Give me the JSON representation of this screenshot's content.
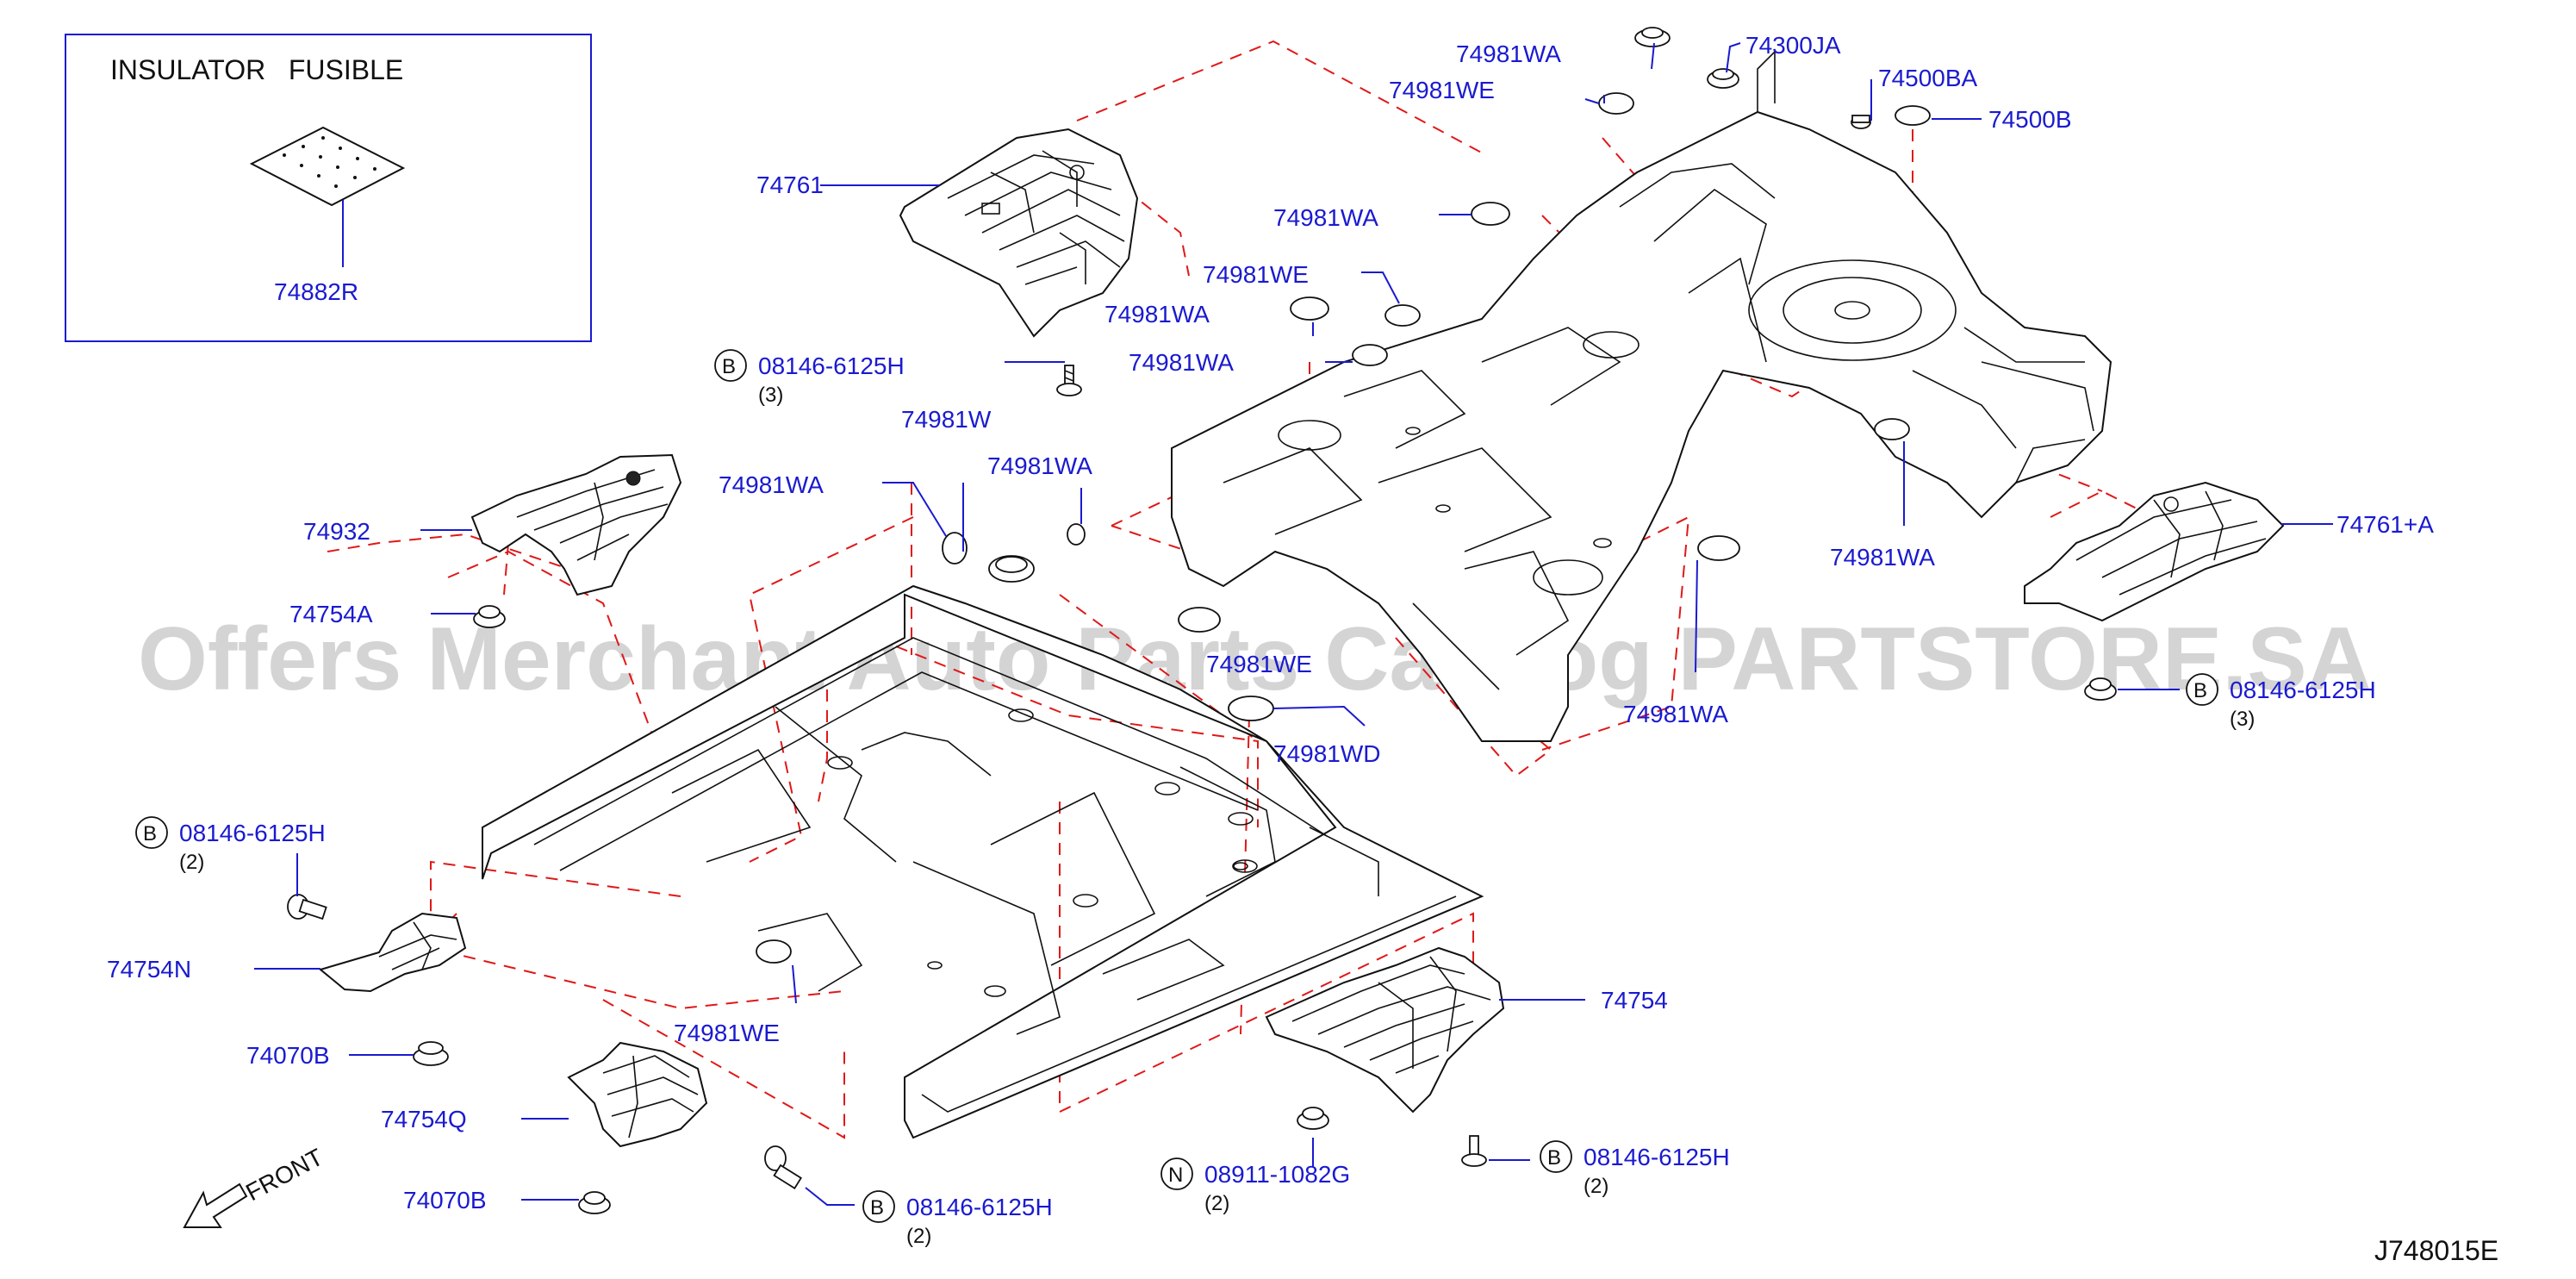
{
  "inset": {
    "title": "INSULATOR   FUSIBLE",
    "part": "74882R"
  },
  "parts": {
    "p74761": "74761",
    "p74932": "74932",
    "p74754A": "74754A",
    "p74754N": "74754N",
    "p74070B_1": "74070B",
    "p74754Q": "74754Q",
    "p74070B_2": "74070B",
    "p74754": "74754",
    "p74761A": "74761+A",
    "p74300JA": "74300JA",
    "p74500BA": "74500BA",
    "p74500B": "74500B",
    "p74981W": "74981W",
    "p74981WD": "74981WD",
    "wa1": "74981WA",
    "we1": "74981WE",
    "wa2": "74981WA",
    "we2": "74981WE",
    "wa3": "74981WA",
    "wa4": "74981WA",
    "wa5": "74981WA",
    "wa6": "74981WA",
    "wa7": "74981WA",
    "wa8": "74981WA",
    "we3": "74981WE",
    "we4": "74981WE"
  },
  "fasteners": {
    "f1": {
      "code": "08146-6125H",
      "qty": "(3)",
      "prefix": "B"
    },
    "f2": {
      "code": "08146-6125H",
      "qty": "(2)",
      "prefix": "B"
    },
    "f3": {
      "code": "08146-6125H",
      "qty": "(2)",
      "prefix": "B"
    },
    "f4": {
      "code": "08146-6125H",
      "qty": "(2)",
      "prefix": "B"
    },
    "f5": {
      "code": "08146-6125H",
      "qty": "(3)",
      "prefix": "B"
    },
    "n1": {
      "code": "08911-1082G",
      "qty": "(2)",
      "prefix": "N"
    }
  },
  "front_label": "FRONT",
  "diagram_id": "J748015E",
  "watermark": "Offers Merchant Auto Parts Catalog PARTSTORE.SA",
  "colors": {
    "part_number": "#1a1ad0",
    "dashed_line": "#e01818",
    "watermark": "#c8c8c8"
  }
}
